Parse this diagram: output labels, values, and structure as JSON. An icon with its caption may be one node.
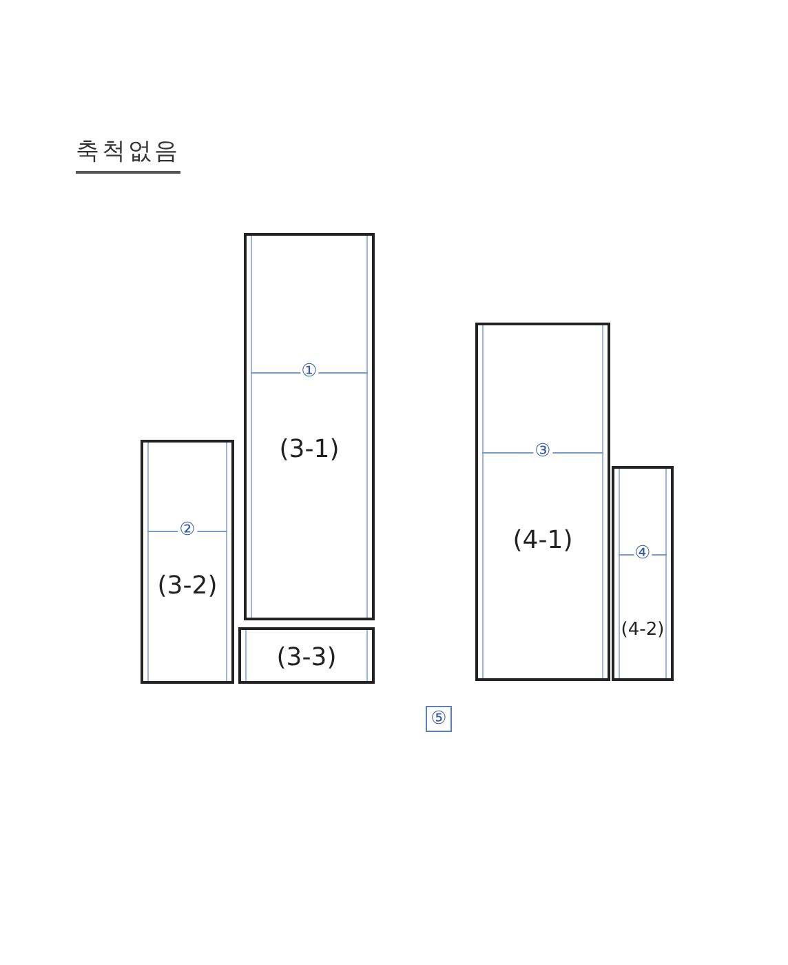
{
  "diagram": {
    "title": "축척없음",
    "nodes": [
      {
        "text": [
          "②",
          "(3-2)"
        ]
      },
      {
        "text": [
          "①",
          "(3-1)"
        ]
      },
      {
        "text": [
          "(3-3)"
        ]
      },
      {
        "text": [
          "③",
          "(4-1)"
        ]
      },
      {
        "text": [
          "④",
          "(4-2)"
        ]
      },
      {
        "text": [
          "⑤"
        ]
      }
    ]
  }
}
